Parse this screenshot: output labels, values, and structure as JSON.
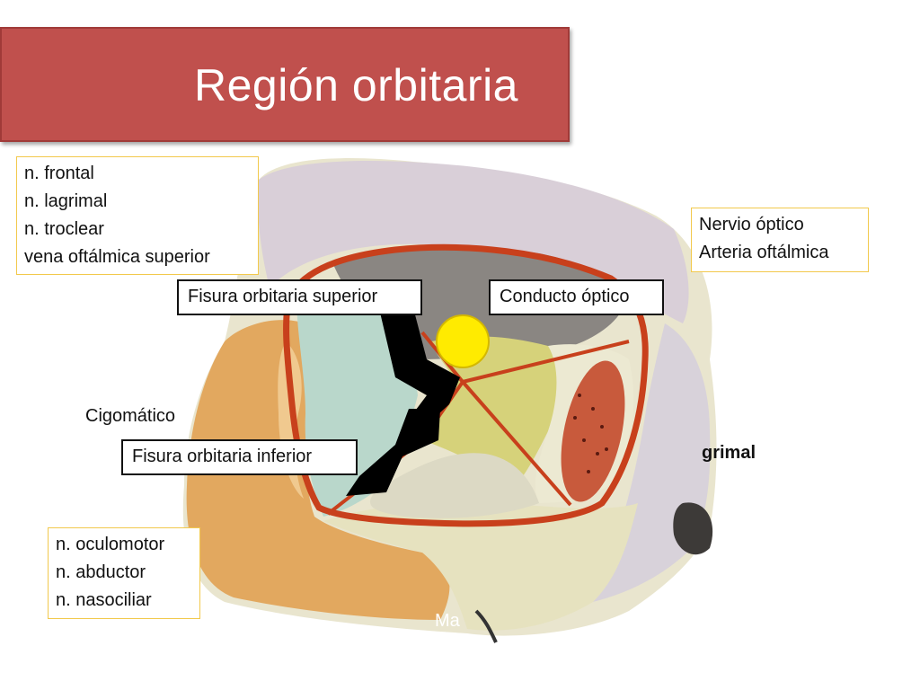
{
  "slide": {
    "title": "Región orbitaria"
  },
  "labels": {
    "top_left_nerves": [
      "n. frontal",
      "n. lagrimal",
      "n. troclear",
      "vena oftálmica superior"
    ],
    "top_right_nerves": [
      "Nervio óptico",
      "Arteria oftálmica"
    ],
    "bottom_left_nerves": [
      "n. oculomotor",
      "n. abductor",
      "n. nasociliar"
    ],
    "fisura_superior": "Fisura orbitaria superior",
    "conducto_optico": "Conducto óptico",
    "fisura_inferior": "Fisura orbitaria inferior",
    "cigomatico": "Cigomático",
    "lagrimal_partial": "grimal",
    "maxilar_partial": "Ma"
  },
  "colors": {
    "banner": "#c0504d",
    "outline": "#c8401c",
    "optic_marker": "#ffeb00",
    "zygomatic_bone": "#e2a85f",
    "frontal_bone": "#d9cfd8",
    "maxilla_bone": "#e6e2bf",
    "sphenoid_greater": "#b9d7cb",
    "sphenoid_lesser": "#d6d27a",
    "lacrimal_bone": "#c85a3c"
  }
}
